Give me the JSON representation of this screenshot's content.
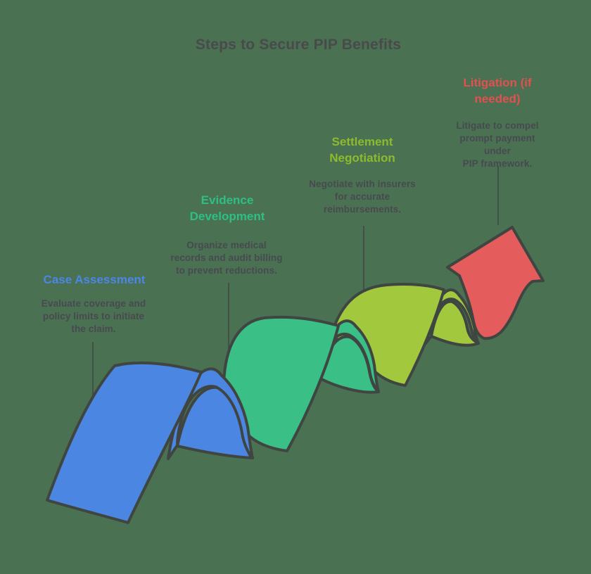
{
  "title": "Steps to Secure PIP Benefits",
  "colors": {
    "background": "#4a7151",
    "outline": "#3f4642",
    "title_text": "#494a4c",
    "description_text": "#474a50"
  },
  "steps": [
    {
      "heading": "Case Assessment",
      "description": "Evaluate coverage and\npolicy limits to initiate\nthe claim.",
      "heading_color": "#4b86e8",
      "ribbon_color": "#4c86e3",
      "shape": "wave"
    },
    {
      "heading": "Evidence\nDevelopment",
      "description": "Organize medical\nrecords and audit billing\nto prevent reductions.",
      "heading_color": "#2fbe84",
      "ribbon_color": "#3abf86",
      "shape": "wave"
    },
    {
      "heading": "Settlement\nNegotiation",
      "description": "Negotiate with insurers\nfor accurate\nreimbursements.",
      "heading_color": "#8cbb2e",
      "ribbon_color": "#a2c93e",
      "shape": "wave"
    },
    {
      "heading": "Litigation (if\nneeded)",
      "description": "Litigate to compel\nprompt payment under\nPIP framework.",
      "heading_color": "#e25050",
      "ribbon_color": "#e45c5c",
      "shape": "arrow"
    }
  ]
}
